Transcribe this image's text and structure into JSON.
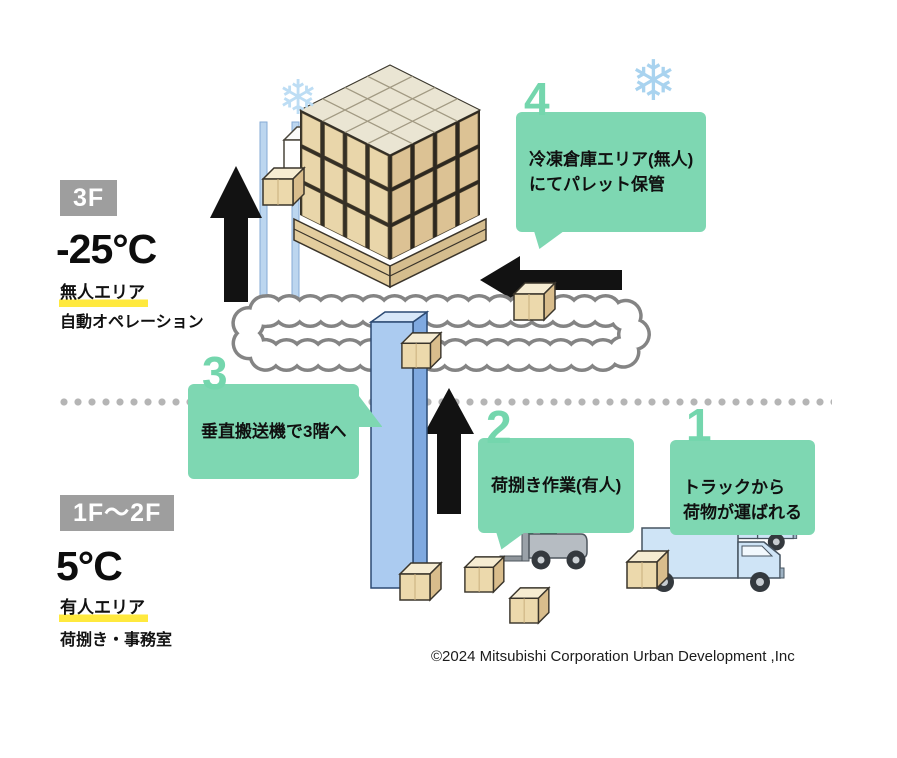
{
  "floors": {
    "f3": {
      "badge": "3F",
      "temp": "-25°C",
      "area": "無人エリア",
      "desc": "自動オペレーション"
    },
    "f12": {
      "badge": "1F〜2F",
      "temp": "5°C",
      "area": "有人エリア",
      "desc": "荷捌き・事務室"
    }
  },
  "callouts": [
    {
      "number": "1",
      "text": "トラックから\n荷物が運ばれる"
    },
    {
      "number": "2",
      "text": "荷捌き作業(有人)"
    },
    {
      "number": "3",
      "text": "垂直搬送機で3階へ"
    },
    {
      "number": "4",
      "text": "冷凍倉庫エリア(無人)\nにてパレット保管"
    }
  ],
  "footer": {
    "copyright": "©2024 Mitsubishi Corporation Urban Development ,Inc"
  },
  "icons": {
    "snowflake": "❄"
  },
  "colors": {
    "callout_green": "#7ed7b2",
    "number_green": "#74d6ad",
    "highlight_yellow": "#ffe93e",
    "badge_gray": "#9e9e9e",
    "carton_tan": "#ecd9ac",
    "conveyor_column_blue": "#abcbf0",
    "truck_blue": "#cfe4f6",
    "arrow_black": "#121212",
    "snowflake_blue": "#b5d9f2"
  }
}
